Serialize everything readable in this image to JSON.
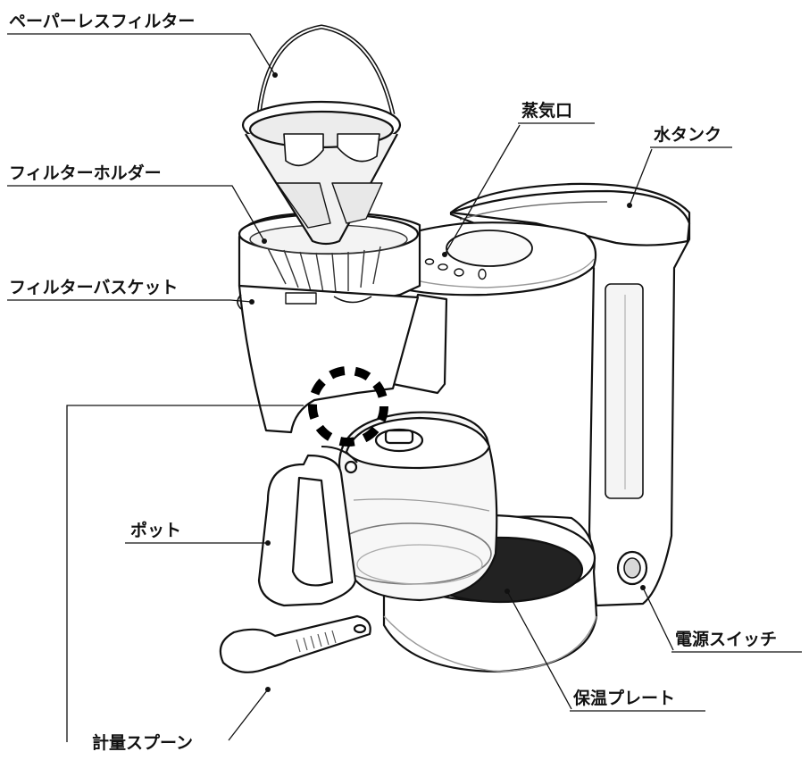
{
  "labels": {
    "paperless_filter": "ペーパーレスフィルター",
    "steam_vent": "蒸気口",
    "water_tank": "水タンク",
    "filter_holder": "フィルターホルダー",
    "filter_basket": "フィルターバスケット",
    "pot": "ポット",
    "power_switch": "電源スイッチ",
    "warming_plate": "保温プレート",
    "measuring_spoon": "計量スプーン"
  },
  "colors": {
    "line": "#111111",
    "plate": "#222222",
    "highlight_dashes": "#000000",
    "filter_mesh": "#ececec"
  },
  "icons": {
    "highlight": "dashed-circle-icon"
  }
}
